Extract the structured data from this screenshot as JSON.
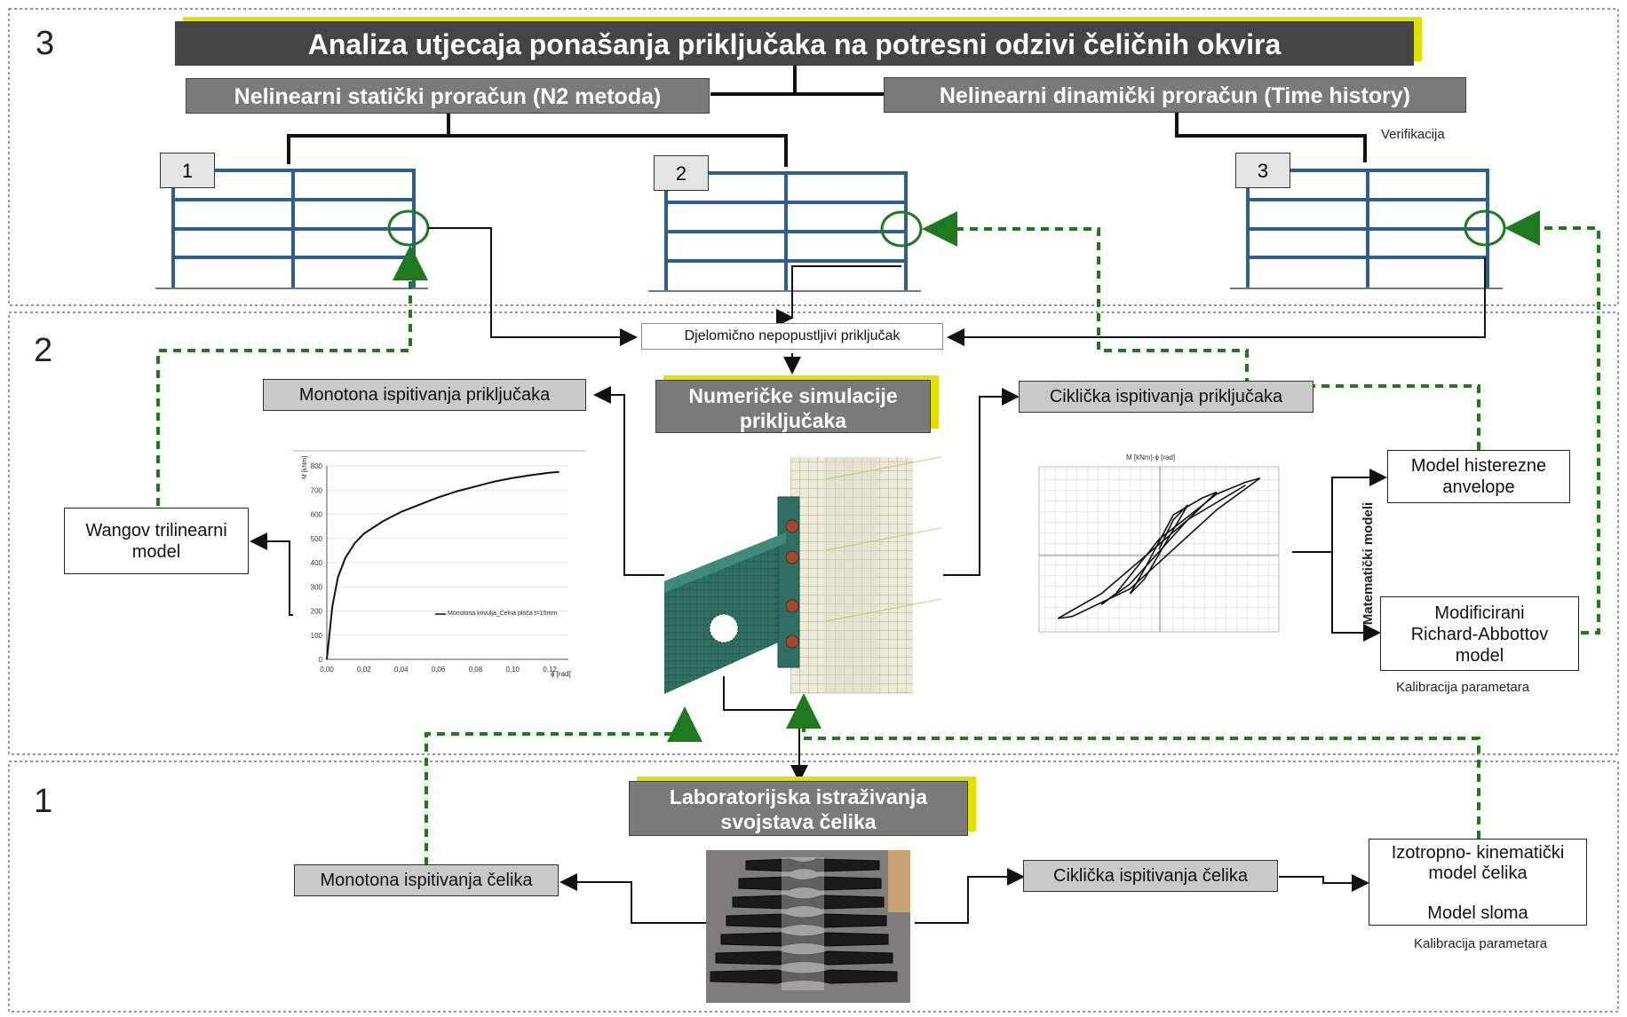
{
  "title": "Analiza utjecaja ponašanja priključaka na potresni odzivi čeličnih okvira",
  "sections": [
    "3",
    "2",
    "1"
  ],
  "header_boxes": {
    "static": "Nelinearni statički proračun (N2 metoda)",
    "dynamic": "Nelinearni dinamički proračun (Time history)"
  },
  "verification": "Verifikacija",
  "frames": [
    {
      "tag": "1"
    },
    {
      "tag": "2"
    },
    {
      "tag": "3"
    }
  ],
  "partial_joint": "Djelomično nepopustljivi priključak",
  "numerical": {
    "line1": "Numeričke simulacije",
    "line2": "priključaka"
  },
  "monotone_joint_tests": "Monotona ispitivanja priključaka",
  "cyclic_joint_tests": "Ciklička ispitivanja priključaka",
  "wang_model": {
    "line1": "Wangov trilinearni",
    "line2": "model"
  },
  "hysteresis_model": {
    "line1": "Model histerezne",
    "line2": "anvelope"
  },
  "richard_model": {
    "line1": "Modificirani",
    "line2": "Richard-Abbottov",
    "line3": "model"
  },
  "math_models": "Matematički modeli",
  "calibration": "Kalibracija parametara",
  "lab": {
    "line1": "Laboratorijska istraživanja",
    "line2": "svojstava čelika"
  },
  "monotone_steel_tests": "Monotona ispitivanja čelika",
  "cyclic_steel_tests": "Ciklička ispitivanja čelika",
  "isotropic_model": {
    "line1": "Izotropno- kinematički",
    "line2": "model čelika",
    "line3": "Model sloma"
  },
  "calibration2": "Kalibracija parametara",
  "colors": {
    "frame": "#2e5f8e",
    "green_dashed": "#1f7a1f",
    "dark_box": "#6d6d6d",
    "grey_box": "#c9c9c9",
    "yellow": "#e2e000",
    "mesh": "#2f6f63"
  },
  "chart_data": [
    {
      "type": "line",
      "title": "",
      "xlabel": "ϕ [rad]",
      "ylabel": "M [kNm]",
      "x_ticks": [
        "0,00",
        "0,02",
        "0,04",
        "0,06",
        "0,08",
        "0,10",
        "0,12"
      ],
      "y_ticks": [
        "0",
        "100",
        "200",
        "300",
        "400",
        "500",
        "600",
        "700",
        "800"
      ],
      "xlim": [
        0,
        0.13
      ],
      "ylim": [
        0,
        800
      ],
      "legend": "Monotona krivulja_Čelna ploča t=15mm",
      "series": [
        {
          "name": "Monotona krivulja_Čelna ploča t=15mm",
          "x": [
            0,
            0.003,
            0.006,
            0.01,
            0.015,
            0.02,
            0.03,
            0.04,
            0.05,
            0.06,
            0.07,
            0.08,
            0.09,
            0.1,
            0.11,
            0.12,
            0.125
          ],
          "y": [
            0,
            220,
            340,
            420,
            480,
            520,
            570,
            610,
            640,
            670,
            695,
            715,
            735,
            750,
            762,
            772,
            775
          ]
        }
      ]
    },
    {
      "type": "line",
      "title": "M [kNm]-ϕ [rad]",
      "xlabel": "",
      "ylabel": "",
      "xlim": [
        -0.08,
        0.08
      ],
      "ylim": [
        -800,
        800
      ],
      "series": [
        {
          "name": "",
          "x": [
            0,
            0.01,
            0.02,
            0.01,
            -0.01,
            -0.02,
            -0.01,
            0.01,
            0.03,
            0.04,
            0.02,
            -0.02,
            -0.04,
            -0.03,
            0,
            0.04,
            0.06,
            0.07,
            0.04,
            -0.02,
            -0.06,
            -0.07,
            -0.04,
            0.02,
            0.06
          ],
          "y": [
            0,
            300,
            450,
            200,
            -300,
            -450,
            -200,
            350,
            520,
            580,
            300,
            -350,
            -560,
            -450,
            100,
            560,
            680,
            720,
            400,
            -400,
            -680,
            -700,
            -450,
            300,
            650
          ]
        }
      ]
    }
  ]
}
